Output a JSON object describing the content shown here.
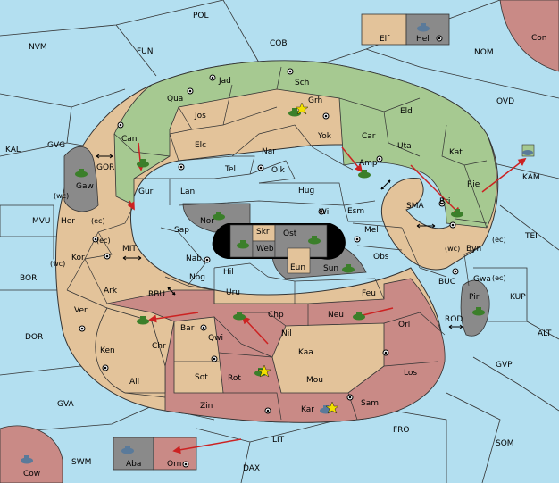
{
  "colors": {
    "sea": "#b3dff0",
    "neutral": "#e3c39a",
    "green": "#a6c991",
    "red": "#c98a86",
    "grey": "#8a8a8a",
    "black": "#000000",
    "unit": "#3b7f2a",
    "arrow": "#cc2222"
  },
  "regions": {
    "POL": "POL",
    "NVM": "NVM",
    "FUN": "FUN",
    "COB": "COB",
    "NOM": "NOM",
    "Con": "Con",
    "Elf": "Elf",
    "Hel": "Hel",
    "OVD": "OVD",
    "KAL": "KAL",
    "GVG": "GVG",
    "KAM": "KAM",
    "MVU": "MVU",
    "TEI": "TEI",
    "BOR": "BOR",
    "KUP": "KUP",
    "DOR": "DOR",
    "ALT": "ALT",
    "GVP": "GVP",
    "GVA": "GVA",
    "FRO": "FRO",
    "SOM": "SOM",
    "SWM": "SWM",
    "LIT": "LIT",
    "DAX": "DAX",
    "Cow": "Cow",
    "Aba": "Aba",
    "Orn": "Orn",
    "Jad": "Jad",
    "Sch": "Sch",
    "Qua": "Qua",
    "Grh": "Grh",
    "Jos": "Jos",
    "Eld": "Eld",
    "Can": "Can",
    "Yok": "Yok",
    "Car": "Car",
    "Uta": "Uta",
    "Elc": "Elc",
    "Nar": "Nar",
    "Kat": "Kat",
    "GOR": "GOR",
    "Gaw": "Gaw",
    "Tel": "Tel",
    "Olk": "Olk",
    "Amp": "Amp",
    "Rie": "Rie",
    "Gur": "Gur",
    "Lan": "Lan",
    "Hug": "Hug",
    "Bri": "Bri",
    "Esm": "Esm",
    "SMA": "SMA",
    "Wil": "Wil",
    "Her": "Her",
    "Nor": "Nor",
    "Skr": "Skr",
    "Ost": "Ost",
    "Mel": "Mel",
    "Byn": "Byn",
    "Sap": "Sap",
    "Web": "Web",
    "MIT": "MIT",
    "Kor": "Kor",
    "Nab": "Nab",
    "Eun": "Eun",
    "Obs": "Obs",
    "Sun": "Sun",
    "Hil": "Hil",
    "Gwa": "Gwa",
    "BUC": "BUC",
    "Nog": "Nog",
    "RBU": "RBU",
    "Ark": "Ark",
    "Uru": "Uru",
    "Feu": "Feu",
    "Pir": "Pir",
    "Chp": "Chp",
    "Neu": "Neu",
    "Ver": "Ver",
    "Bar": "Bar",
    "Orl": "Orl",
    "ROD": "ROD",
    "Qwi": "Qwi",
    "Nil": "Nil",
    "Chr": "Chr",
    "Ken": "Ken",
    "Kaa": "Kaa",
    "Los": "Los",
    "Sot": "Sot",
    "Rot": "Rot",
    "Ail": "Ail",
    "Mou": "Mou",
    "Zin": "Zin",
    "Sam": "Sam",
    "Kar": "Kar"
  },
  "coast_tags": [
    "(wc)",
    "(ec)",
    "(ec)",
    "(wc)",
    "(wc)",
    "(ec)",
    "(ec)"
  ]
}
